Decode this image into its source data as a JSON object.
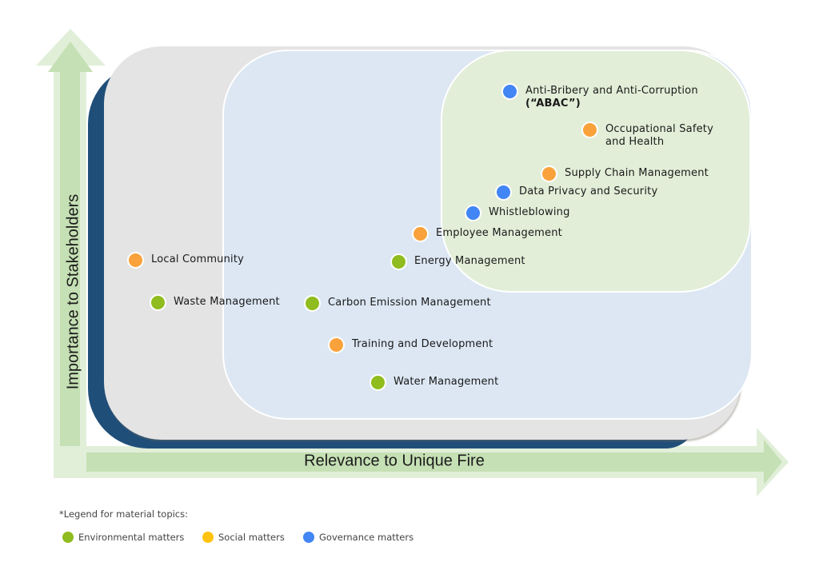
{
  "diagram": {
    "type": "materiality-matrix",
    "y_axis_label": "Importance to Stakeholders",
    "x_axis_label": "Relevance to Unique Fire",
    "category_colors": {
      "environmental": "#8fbc1e",
      "social": "#f9a23c",
      "governance": "#4285f4"
    },
    "topics": [
      {
        "label": "Anti-Bribery and Anti-Corruption",
        "label_bold": "(“ABAC”)",
        "category": "governance"
      },
      {
        "label": "Occupational Safety and Health",
        "category": "social"
      },
      {
        "label": "Supply Chain Management",
        "category": "social"
      },
      {
        "label": "Data Privacy and Security",
        "category": "governance"
      },
      {
        "label": "Whistleblowing",
        "category": "governance"
      },
      {
        "label": "Employee Management",
        "category": "social"
      },
      {
        "label": "Local Community",
        "category": "social"
      },
      {
        "label": "Energy Management",
        "category": "environmental"
      },
      {
        "label": "Waste Management",
        "category": "environmental"
      },
      {
        "label": "Carbon Emission Management",
        "category": "environmental"
      },
      {
        "label": "Training and Development",
        "category": "social"
      },
      {
        "label": "Water Management",
        "category": "environmental"
      }
    ]
  },
  "legend": {
    "title": "*Legend for material topics:",
    "items": [
      {
        "label": "Environmental matters",
        "color": "#8fbc1e"
      },
      {
        "label": "Social matters",
        "color": "#ffc20e"
      },
      {
        "label": "Governance matters",
        "color": "#4285f4"
      }
    ]
  }
}
